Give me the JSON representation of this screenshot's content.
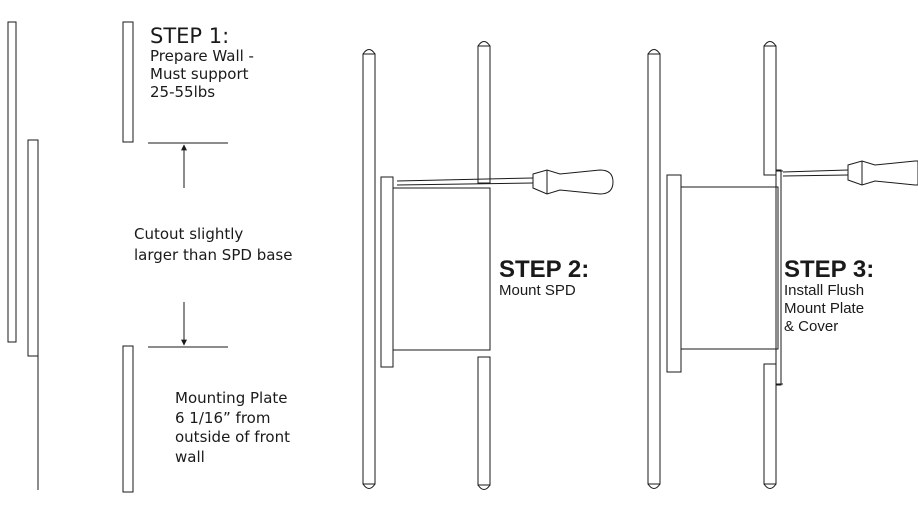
{
  "step1": {
    "title": "STEP 1:",
    "lines": [
      "Prepare Wall -",
      "Must support",
      "25-55lbs"
    ]
  },
  "cutout_note": {
    "lines": [
      "Cutout slightly",
      "larger than SPD base"
    ]
  },
  "mounting_note": {
    "lines": [
      "Mounting Plate",
      "6 1/16” from",
      "outside of front",
      "wall"
    ]
  },
  "step2": {
    "title": "STEP 2:",
    "lines": [
      "Mount SPD"
    ]
  },
  "step3": {
    "title": "STEP 3:",
    "lines": [
      "Install Flush",
      "Mount Plate",
      "& Cover"
    ]
  },
  "colors": {
    "ink": "#1a1a1a",
    "background": "#ffffff"
  }
}
